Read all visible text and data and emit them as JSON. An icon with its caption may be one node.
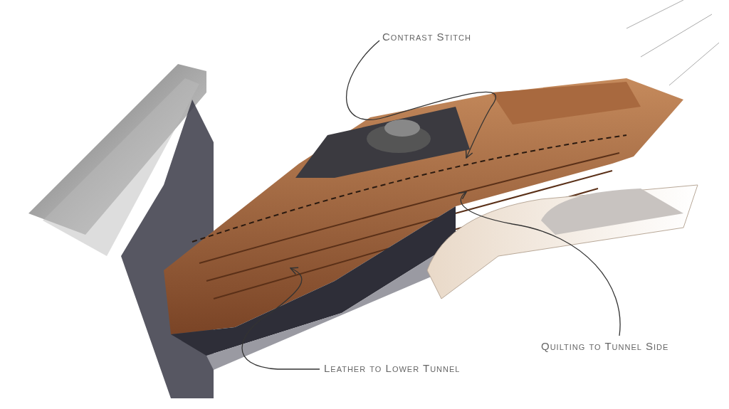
{
  "diagram": {
    "nodes": [
      {
        "text": [
          "Contrast Stitch"
        ]
      },
      {
        "text": [
          "Quilting to Tunnel Side"
        ]
      },
      {
        "text": [
          "Leather to Lower Tunnel"
        ]
      }
    ],
    "edges": [
      {
        "from": 0,
        "to": null,
        "arrow": "to"
      },
      {
        "from": 1,
        "to": null,
        "arrow": "to"
      },
      {
        "from": 2,
        "to": null,
        "arrow": "to"
      }
    ]
  }
}
